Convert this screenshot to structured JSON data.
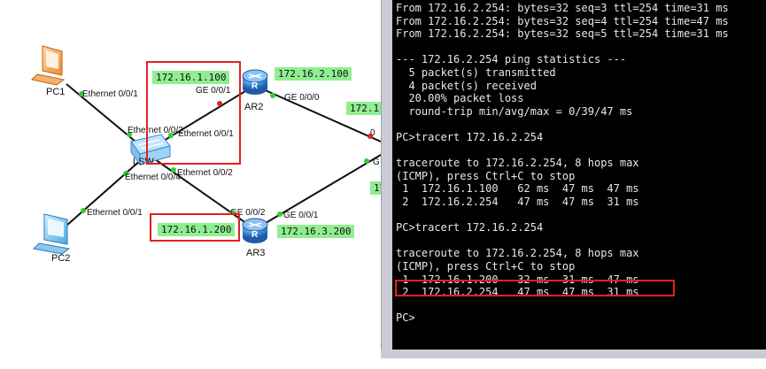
{
  "topology": {
    "devices": {
      "pc1": "PC1",
      "pc2": "PC2",
      "lsw": "LSW",
      "ar2": "AR2",
      "ar3": "AR3"
    },
    "ports": {
      "pc1_eth": "Ethernet 0/0/1",
      "lsw_e2": "Ethernet 0/0/2",
      "ar2_ge1": "GE 0/0/1",
      "ar2_e1": "Ethernet 0/0/1",
      "ar2_ge0": "GE 0/0/0",
      "lsw_e4": "Ethernet 0/0/4",
      "lsw_e2b": "Ethernet 0/0/2",
      "pc2_eth": "Ethernet 0/0/1",
      "ar3_ge2": "GE 0/0/2",
      "ar3_ge1": "GE 0/0/1",
      "cut_o": "0",
      "cut_g": "G"
    },
    "ips": {
      "ar2_left": "172.16.1.100",
      "ar2_right": "172.16.2.100",
      "ar3_left": "172.16.1.200",
      "ar3_right": "172.16.3.200",
      "cut_1": "172.1",
      "cut_2": "17"
    }
  },
  "terminal": {
    "lines": [
      "From 172.16.2.254: bytes=32 seq=3 ttl=254 time=31 ms",
      "From 172.16.2.254: bytes=32 seq=4 ttl=254 time=47 ms",
      "From 172.16.2.254: bytes=32 seq=5 ttl=254 time=31 ms",
      "",
      "--- 172.16.2.254 ping statistics ---",
      "  5 packet(s) transmitted",
      "  4 packet(s) received",
      "  20.00% packet loss",
      "  round-trip min/avg/max = 0/39/47 ms",
      "",
      "PC>tracert 172.16.2.254",
      "",
      "traceroute to 172.16.2.254, 8 hops max",
      "(ICMP), press Ctrl+C to stop",
      " 1  172.16.1.100   62 ms  47 ms  47 ms",
      " 2  172.16.2.254   47 ms  47 ms  31 ms",
      "",
      "PC>tracert 172.16.2.254",
      "",
      "traceroute to 172.16.2.254, 8 hops max",
      "(ICMP), press Ctrl+C to stop",
      " 1  172.16.1.200   32 ms  31 ms  47 ms",
      " 2  172.16.2.254   47 ms  47 ms  31 ms",
      "",
      "PC>"
    ]
  },
  "colors": {
    "ip_label_bg": "#90ee90",
    "highlight": "#e02020",
    "link_dot": "#32cd32",
    "router_blue": "#3a86d6"
  }
}
